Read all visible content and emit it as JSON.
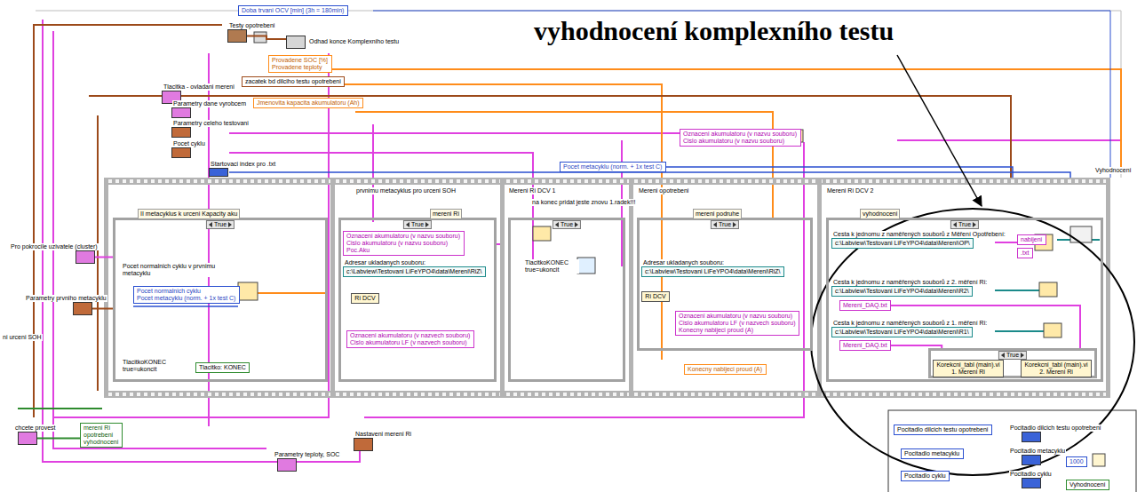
{
  "diagram": {
    "title": "vyhodnocení komplexního testu",
    "nodes": [
      {
        "text": [
          "Doba trvani OCV [min] (3h = 180min)"
        ]
      },
      {
        "text": [
          "Testy opotrebeni"
        ]
      },
      {
        "text": [
          "Odhad konce Komplexniho testu"
        ]
      },
      {
        "text": [
          "Provadene SOC [%]",
          "Provadene teploty"
        ]
      },
      {
        "text": [
          "zacatek bd dilciho testu opotrebeni"
        ]
      },
      {
        "text": [
          "Tlacitka - ovladani mereni"
        ]
      },
      {
        "text": [
          "Parametry dane vyrobcem"
        ]
      },
      {
        "text": [
          "Jmenovita kapacita akumulatoru (Ah)"
        ]
      },
      {
        "text": [
          "Parametry celeho testovani"
        ]
      },
      {
        "text": [
          "Pocet cyklu"
        ]
      },
      {
        "text": [
          "Startovaci index pro .txt"
        ]
      },
      {
        "text": [
          "Oznaceni akumulatoru (v nazvu souboru)",
          "Cislo akumulatoru (v nazvu souboru)"
        ]
      },
      {
        "text": [
          "Pocet metacyklu (norm. + 1x test C)"
        ]
      },
      {
        "text": [
          "Pro pokrocile uzivatele (cluster)"
        ]
      },
      {
        "text": [
          "Parametry prvniho metacyklu"
        ]
      },
      {
        "text": [
          "II metacyklus k urceni Kapacity aku",
          "True"
        ]
      },
      {
        "text": [
          "Pocet normalnich cyklu",
          "Pocet metacyklu (norm. + 1x test C)"
        ],
        "in": 15
      },
      {
        "text": [
          "Tlacitko: KONEC"
        ],
        "in": 15
      },
      {
        "text": [
          "mereni Ri",
          "True"
        ]
      },
      {
        "text": [
          "Oznaceni akumulatoru (v nazvu souboru)",
          "Cislo akumulatoru (v nazvu souboru)",
          "Poc.Aku"
        ],
        "in": 18
      },
      {
        "text": [
          "Adresar ukladanych souboru:",
          "c:\\Labview\\Testovani LiFeYPO4\\data\\Mereni\\RiZ\\"
        ],
        "in": 18
      },
      {
        "text": [
          "Ri DCV"
        ],
        "in": 18
      },
      {
        "text": [
          "Oznaceni akumulatoru (v nazvech souboru)",
          "Cislo akumulatoru LF (v nazvech souboru)"
        ],
        "in": 18
      },
      {
        "text": [
          "True"
        ]
      },
      {
        "text": [
          "mereni podruhe",
          "True"
        ]
      },
      {
        "text": [
          "Adresar ukladanych souboru:",
          "c:\\Labview\\Testovani LiFeYPO4\\data\\Mereni\\RiZ\\"
        ],
        "in": 24
      },
      {
        "text": [
          "Ri DCV"
        ],
        "in": 24
      },
      {
        "text": [
          "Oznaceni akumulatoru (v nazvu souboru)",
          "Cislo akumulatoru LF (v nazvech souboru)",
          "Konecny nabijeci proud (A)"
        ],
        "in": 24
      },
      {
        "text": [
          "Konecny nabijeci proud (A)"
        ]
      },
      {
        "text": [
          "vyhodnoceni",
          "True"
        ]
      },
      {
        "text": [
          "Cesta k jednomu z naměřených souborů z Měření Opotřebení:",
          "c:\\Labview\\Testovani LiFeYPO4\\data\\Mereni\\OP\\"
        ],
        "in": 29
      },
      {
        "text": [
          "nabijeni"
        ],
        "in": 29
      },
      {
        "text": [
          ".txt"
        ],
        "in": 29
      },
      {
        "text": [
          "Cesta k jednomu z naměřených souborů z 2. měření Ri:",
          "c:\\Labview\\Testovani LiFeYPO4\\data\\Mereni\\R2\\"
        ],
        "in": 29
      },
      {
        "text": [
          "Mereni_DAQ.txt"
        ],
        "in": 29
      },
      {
        "text": [
          "Cesta k jednomu z naměřených souborů z 1. měření Ri:",
          "c:\\Labview\\Testovani LiFeYPO4\\data\\Mereni\\R1\\"
        ],
        "in": 29
      },
      {
        "text": [
          "Mereni_DAQ.txt"
        ],
        "in": 29
      },
      {
        "text": [
          "True"
        ],
        "in": 29
      },
      {
        "text": [
          "Korekcni_tabl (main).vi",
          "1. Mereni Ri"
        ],
        "in": 37
      },
      {
        "text": [
          "Korekcni_tabl (main).vi",
          "2. Mereni Ri"
        ],
        "in": 37
      },
      {
        "text": [
          "chcete provest"
        ]
      },
      {
        "text": [
          "mereni Ri",
          "opotrebeni",
          "vyhodnoceni"
        ]
      },
      {
        "text": [
          "Parametry teploty, SOC"
        ]
      },
      {
        "text": [
          "Nastaveni mereni Ri"
        ]
      },
      {
        "text": [
          "Pocitadlo dilcich testu opotrebeni"
        ]
      },
      {
        "text": [
          "Pocitadlo dilcich testu opotrebeni"
        ]
      },
      {
        "text": [
          "Pocitadlo metacyklu"
        ]
      },
      {
        "text": [
          "Pocitadlo metacyklu"
        ]
      },
      {
        "text": [
          "Pocitadlo cyklu"
        ]
      },
      {
        "text": [
          "Pocitadlo cyklu"
        ]
      },
      {
        "text": [
          "1000"
        ]
      },
      {
        "text": [
          "Vyhodnoceni"
        ]
      }
    ],
    "edges": [
      {
        "from": 1,
        "to": 2,
        "arrow": "none"
      },
      {
        "from": 13,
        "to": 15,
        "arrow": "none"
      },
      {
        "from": 14,
        "to": 15,
        "arrow": "none"
      },
      {
        "from": 40,
        "to": 41,
        "arrow": "none"
      },
      {
        "from": 34,
        "to": 37,
        "arrow": "none"
      },
      {
        "from": 36,
        "to": 37,
        "arrow": "none"
      }
    ],
    "labels": [
      "Pocet normalnich cyklu v prvnimu metacyklu",
      "TlacitkoKONEC true=ukoncit",
      "prvnimu metacyklus pro urceni SOH",
      "Mereni Ri DCV 1",
      "na konec pridat jeste znovu 1.radek!!!",
      "TlacitkoKONEC true=ukoncit",
      "Mereni opotrebeni",
      "Mereni Ri DCV 2",
      "Vyhodnoceni",
      "ni urceni SOH"
    ]
  }
}
